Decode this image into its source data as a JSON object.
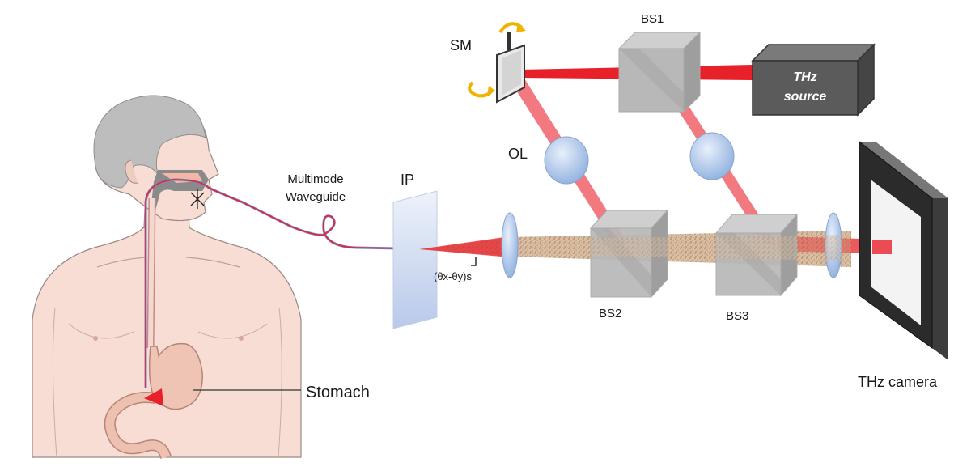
{
  "labels": {
    "sm": "SM",
    "bs1": "BS1",
    "thz_source_line1": "THz",
    "thz_source_line2": "source",
    "ol": "OL",
    "waveguide_line1": "Multimode",
    "waveguide_line2": "Waveguide",
    "ip": "IP",
    "angle": "(θx-θy)s",
    "bs2": "BS2",
    "bs3": "BS3",
    "camera": "THz camera",
    "stomach": "Stomach"
  },
  "colors": {
    "beam": "#e8202a",
    "skin": "#f7ddd3",
    "hair": "#bdbdbd",
    "cube": "#b5b5b5",
    "lens": "#a9c6ea",
    "speckle": "#c9a888",
    "arrow": "#f0b400",
    "source_box": "#555555"
  },
  "icons": [
    "rotation-arrow-icon",
    "lens-icon",
    "beam-splitter-icon",
    "camera-icon"
  ]
}
